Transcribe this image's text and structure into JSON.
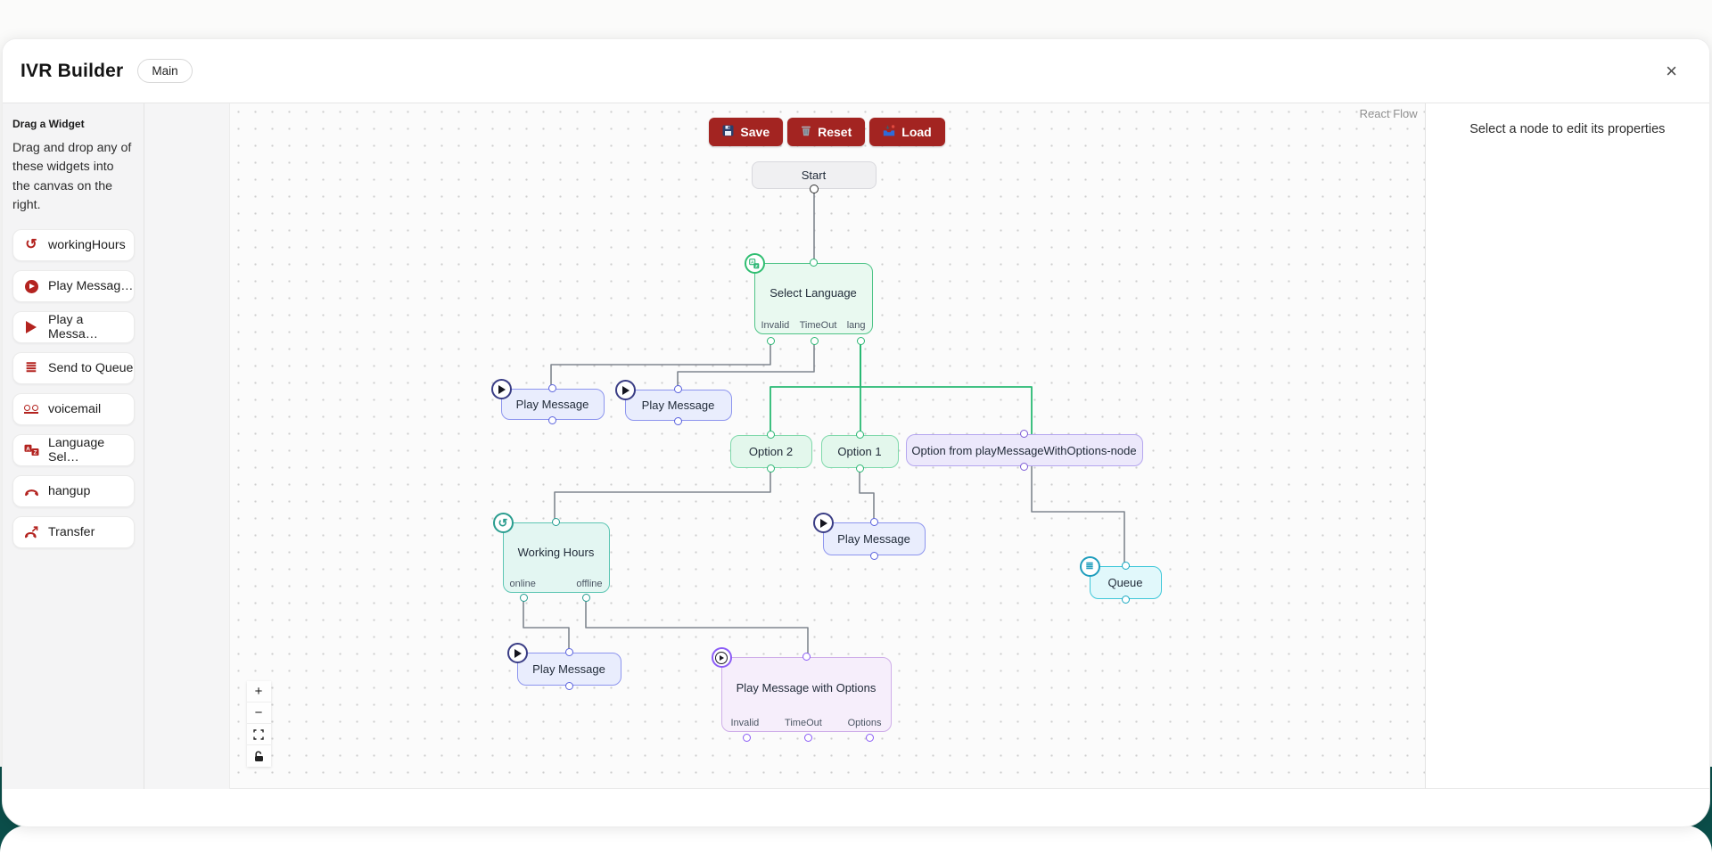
{
  "header": {
    "title": "IVR Builder",
    "badge": "Main",
    "close_label": "×"
  },
  "sidebar": {
    "heading": "Drag a Widget",
    "description": "Drag and drop any of these widgets into the canvas on the right.",
    "widgets": [
      {
        "label": "workingHours",
        "icon": "history-icon"
      },
      {
        "label": "Play Messag…",
        "icon": "play-circle-icon"
      },
      {
        "label": "Play a Messa…",
        "icon": "play-icon"
      },
      {
        "label": "Send to Queue",
        "icon": "queue-lines-icon"
      },
      {
        "label": "voicemail",
        "icon": "voicemail-icon"
      },
      {
        "label": "Language Sel…",
        "icon": "language-icon"
      },
      {
        "label": "hangup",
        "icon": "phone-hangup-icon"
      },
      {
        "label": "Transfer",
        "icon": "phone-transfer-icon"
      }
    ]
  },
  "toolbar": {
    "save": "Save",
    "reset": "Reset",
    "load": "Load"
  },
  "canvas": {
    "attribution": "React Flow",
    "nodes": {
      "start": {
        "label": "Start"
      },
      "select_language": {
        "label": "Select Language",
        "outputs": [
          "Invalid",
          "TimeOut",
          "lang"
        ]
      },
      "play_message_invalid": {
        "label": "Play Message"
      },
      "play_message_timeout": {
        "label": "Play Message"
      },
      "option_2": {
        "label": "Option 2"
      },
      "option_1": {
        "label": "Option 1"
      },
      "option_from": {
        "label": "Option from playMessageWithOptions-node"
      },
      "working_hours": {
        "label": "Working Hours",
        "outputs": [
          "online",
          "offline"
        ]
      },
      "play_message_option1": {
        "label": "Play Message"
      },
      "queue": {
        "label": "Queue"
      },
      "play_message_online": {
        "label": "Play Message"
      },
      "play_message_with_options": {
        "label": "Play Message with Options",
        "outputs": [
          "Invalid",
          "TimeOut",
          "Options"
        ]
      }
    }
  },
  "properties_panel": {
    "placeholder": "Select a node to edit its properties"
  },
  "controls": {
    "zoom_in": "+",
    "zoom_out": "−"
  },
  "colors": {
    "accent_red": "#a32421",
    "icon_red": "#b3231f",
    "edge_gray": "#80868f",
    "green": "#2bb673",
    "indigo": "#5a62dd",
    "purple": "#8b5cf6",
    "teal": "#2a9d8f",
    "cyan": "#17a8c0",
    "backdrop_teal": "#0b4e4a"
  }
}
